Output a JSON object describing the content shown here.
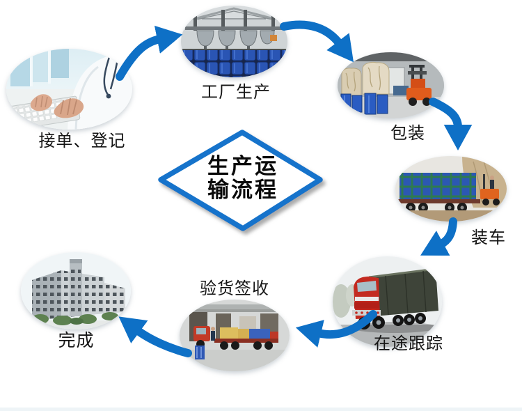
{
  "diamond": {
    "title_line1": "生产运",
    "title_line2": "输流程",
    "title_full": "生产运输流程",
    "border_color": "#1273cb",
    "text_color": "#0a0a0a"
  },
  "stages": [
    {
      "id": "order",
      "label": "接单、登记",
      "photo": "hands-typing-keyboard-photo"
    },
    {
      "id": "production",
      "label": "工厂生产",
      "photo": "factory-reactors-blue-drums-photo"
    },
    {
      "id": "packaging",
      "label": "包装",
      "photo": "warehouse-forklift-bags-photo"
    },
    {
      "id": "loading",
      "label": "装车",
      "photo": "truck-loaded-with-drums-photo"
    },
    {
      "id": "tracking",
      "label": "在途跟踪",
      "photo": "red-semi-truck-photo"
    },
    {
      "id": "inspection",
      "label": "验货签收",
      "photo": "loading-dock-trucks-photo"
    },
    {
      "id": "done",
      "label": "完成",
      "photo": "office-building-photo"
    }
  ],
  "colors": {
    "arrow": "#0e70c6"
  }
}
